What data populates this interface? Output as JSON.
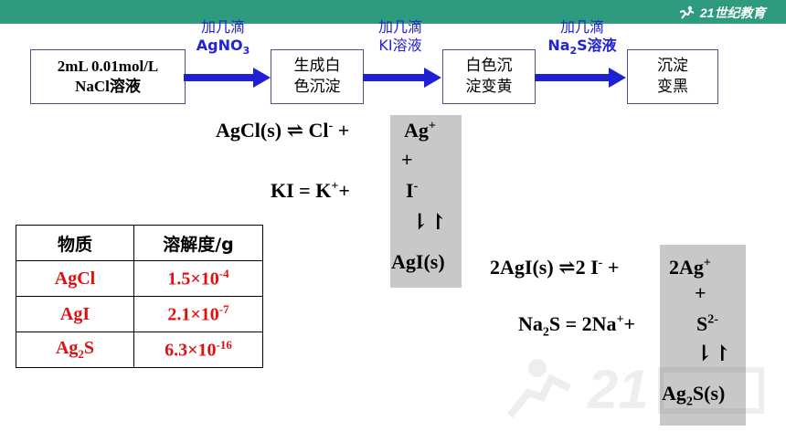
{
  "brand": {
    "logo_text": "21世纪教育"
  },
  "flow": {
    "start_box": {
      "line1": "2mL  0.01mol/L",
      "line2": "NaCl溶液"
    },
    "step1": {
      "label_line1": "加几滴",
      "label_line2": "AgNO",
      "label_sub": "3"
    },
    "box2": {
      "line1": "生成白",
      "line2": "色沉淀"
    },
    "step2": {
      "label_line1": "加几滴",
      "label_line2": "KI溶液"
    },
    "box3": {
      "line1": "白色沉",
      "line2": "淀变黄"
    },
    "step3": {
      "label_line1": "加几滴",
      "label_pre": "Na",
      "label_sub": "2",
      "label_post": "S溶液"
    },
    "box4": {
      "line1": "沉淀",
      "line2": "变黑"
    }
  },
  "equations": {
    "agcl": {
      "left": "AgCl(s) ⇌ Cl",
      "left_sup": "-",
      "plus": " +",
      "ion": "Ag",
      "ion_sup": "+"
    },
    "plus1": "+",
    "ki": {
      "left": "KI  =  K",
      "k_sup": "+",
      "plus": "+",
      "ion": "I",
      "ion_sup": "-"
    },
    "eq_arrow1": "⇂↾",
    "agi_product": "AgI(s)",
    "agi": {
      "left": "2AgI(s) ⇌2 I",
      "left_sup": "-",
      "plus": " +",
      "ion": "2Ag",
      "ion_sup": "+"
    },
    "plus2": "+",
    "na2s": {
      "pre": "Na",
      "sub": "2",
      "mid": "S  = 2Na",
      "na_sup": "+",
      "plus": "+",
      "ion": "S",
      "ion_sup": "2-"
    },
    "eq_arrow2": "⇂↾",
    "ag2s_product": {
      "pre": "Ag",
      "sub": "2",
      "post": "S(s)"
    }
  },
  "solubility_table": {
    "headers": [
      "物质",
      "溶解度/g"
    ],
    "rows": [
      {
        "substance": "AgCl",
        "sub": "",
        "post": "",
        "mantissa": "1.5×10",
        "exp": "-4"
      },
      {
        "substance": "AgI",
        "sub": "",
        "post": "",
        "mantissa": "2.1×10",
        "exp": "-7"
      },
      {
        "substance": "Ag",
        "sub": "2",
        "post": "S",
        "mantissa": "6.3×10",
        "exp": "-16"
      }
    ]
  },
  "colors": {
    "header_bar": "#2e9a7e",
    "label_blue": "#2323d4",
    "arrow_blue": "#1f1fd6",
    "value_red": "#e01010",
    "shade_grey": "#c8c8c8"
  }
}
